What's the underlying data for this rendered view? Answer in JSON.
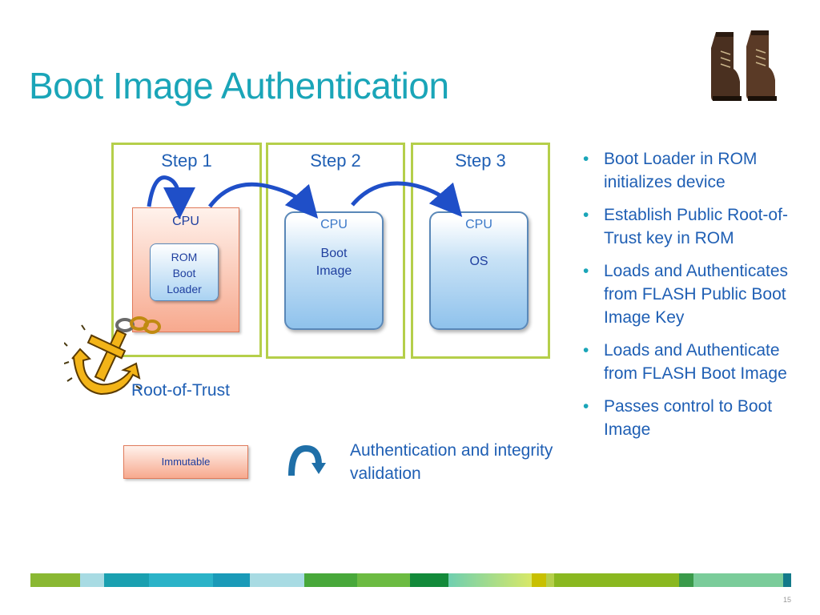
{
  "title": "Boot Image Authentication",
  "steps": [
    {
      "label": "Step 1",
      "cpu": "CPU",
      "inner": "ROM\nBoot\nLoader"
    },
    {
      "label": "Step 2",
      "cpu": "CPU",
      "inner": "Boot\nImage"
    },
    {
      "label": "Step 3",
      "cpu": "CPU",
      "inner": "OS"
    }
  ],
  "root_of_trust_label": "Root-of-Trust",
  "legend": {
    "immutable": "Immutable",
    "auth": "Authentication and integrity validation"
  },
  "bullets": [
    "Boot Loader in ROM initializes device",
    "Establish Public Root-of-Trust key in ROM",
    "Loads and Authenticates from FLASH Public Boot Image Key",
    "Loads and Authenticate from FLASH Boot Image",
    "Passes control to Boot Image"
  ],
  "page_number": "15",
  "colors": {
    "title": "#1aa5b8",
    "text": "#1f5fb4",
    "step_border": "#b5cf4a",
    "immutable_fill": "#f7a98e",
    "cpu_fill": "#8fc2ec",
    "arrow": "#1f4fc8"
  },
  "icons": {
    "decor_top_right": "boots-icon",
    "root_of_trust": "anchor-icon",
    "legend_arrow": "curved-arrow-icon"
  }
}
